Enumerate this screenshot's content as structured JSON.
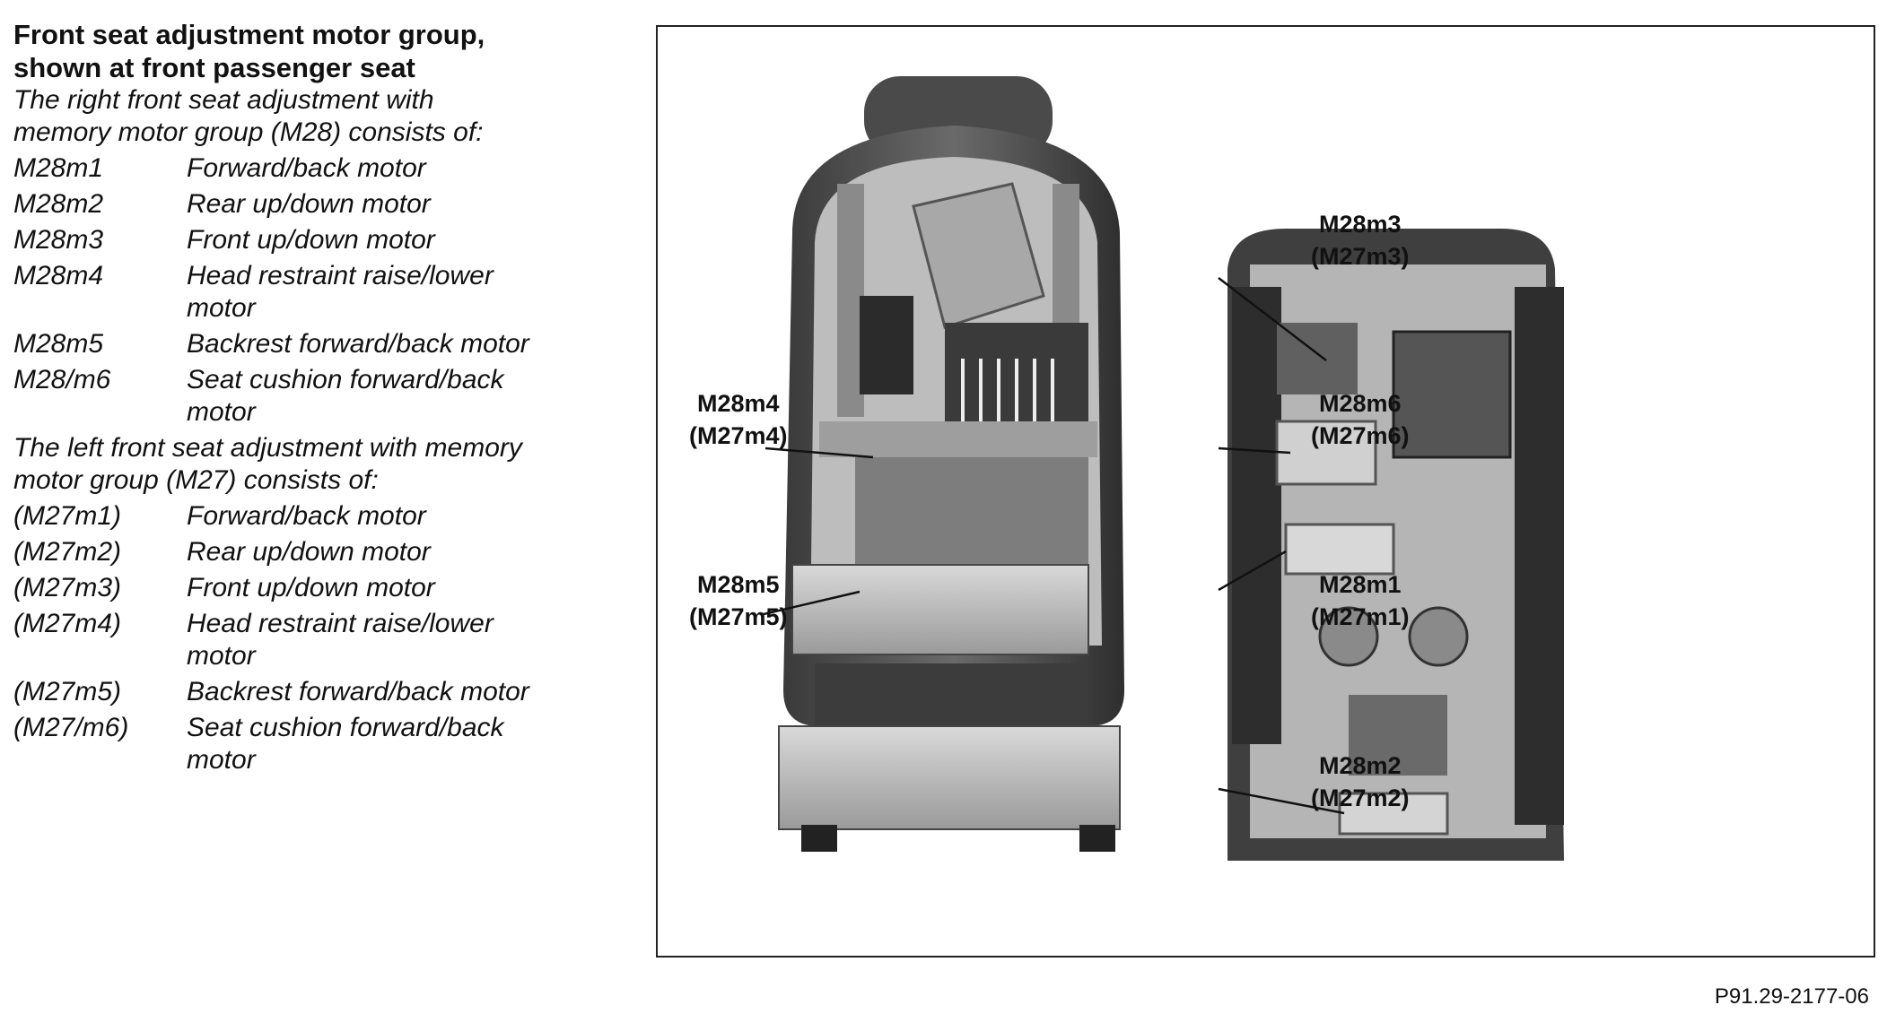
{
  "heading": {
    "line1": "Front seat adjustment motor group,",
    "line2": "shown at front passenger seat"
  },
  "right_group": {
    "intro_line1": "The right front seat adjustment with",
    "intro_line2": "memory motor group (M28) consists of:",
    "items": [
      {
        "code": "M28m1",
        "desc": "Forward/back motor"
      },
      {
        "code": "M28m2",
        "desc": "Rear up/down motor"
      },
      {
        "code": "M28m3",
        "desc": "Front up/down motor"
      },
      {
        "code": "M28m4",
        "desc": "Head restraint raise/lower motor"
      },
      {
        "code": "M28m5",
        "desc": "Backrest forward/back motor"
      },
      {
        "code": "M28/m6",
        "desc": "Seat cushion forward/back motor"
      }
    ]
  },
  "left_group": {
    "intro_line1": "The left front seat adjustment with memory",
    "intro_line2": "motor group (M27) consists of:",
    "items": [
      {
        "code": "(M27m1)",
        "desc": "Forward/back motor"
      },
      {
        "code": "(M27m2)",
        "desc": "Rear up/down motor"
      },
      {
        "code": "(M27m3)",
        "desc": "Front up/down motor"
      },
      {
        "code": "(M27m4)",
        "desc": "Head restraint raise/lower motor"
      },
      {
        "code": "(M27m5)",
        "desc": "Backrest forward/back motor"
      },
      {
        "code": "(M27/m6)",
        "desc": "Seat cushion forward/back motor"
      }
    ]
  },
  "callouts": {
    "m4": {
      "line1": "M28m4",
      "line2": "(M27m4)"
    },
    "m5": {
      "line1": "M28m5",
      "line2": "(M27m5)"
    },
    "m3": {
      "line1": "M28m3",
      "line2": "(M27m3)"
    },
    "m6": {
      "line1": "M28m6",
      "line2": "(M27m6)"
    },
    "m1": {
      "line1": "M28m1",
      "line2": "(M27m1)"
    },
    "m2": {
      "line1": "M28m2",
      "line2": "(M27m2)"
    }
  },
  "figure_ref": "P91.29-2177-06"
}
